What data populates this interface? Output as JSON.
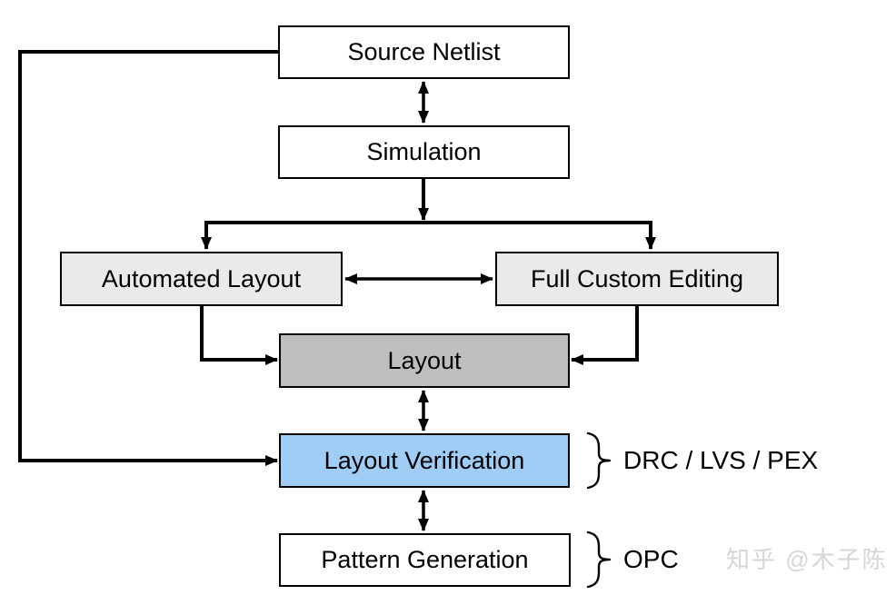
{
  "diagram": {
    "type": "flowchart",
    "boxes": [
      {
        "id": "source-netlist",
        "label": "Source Netlist",
        "fill": "#ffffff"
      },
      {
        "id": "simulation",
        "label": "Simulation",
        "fill": "#ffffff"
      },
      {
        "id": "automated-layout",
        "label": "Automated Layout",
        "fill": "#eaeaea"
      },
      {
        "id": "full-custom-editing",
        "label": "Full Custom Editing",
        "fill": "#eaeaea"
      },
      {
        "id": "layout",
        "label": "Layout",
        "fill": "#bebebe"
      },
      {
        "id": "layout-verification",
        "label": "Layout Verification",
        "fill": "#a0cdf5"
      },
      {
        "id": "pattern-generation",
        "label": "Pattern Generation",
        "fill": "#ffffff"
      }
    ],
    "edges": [
      {
        "from": "source-netlist",
        "to": "simulation",
        "style": "bidirectional"
      },
      {
        "from": "simulation",
        "to": "automated-layout",
        "style": "directed"
      },
      {
        "from": "simulation",
        "to": "full-custom-editing",
        "style": "directed"
      },
      {
        "from": "automated-layout",
        "to": "full-custom-editing",
        "style": "bidirectional"
      },
      {
        "from": "automated-layout",
        "to": "layout",
        "style": "directed"
      },
      {
        "from": "full-custom-editing",
        "to": "layout",
        "style": "directed"
      },
      {
        "from": "layout",
        "to": "layout-verification",
        "style": "bidirectional"
      },
      {
        "from": "source-netlist",
        "to": "layout-verification",
        "style": "directed"
      },
      {
        "from": "layout-verification",
        "to": "pattern-generation",
        "style": "bidirectional"
      }
    ],
    "annotations": [
      {
        "id": "drc-lvs-pex",
        "target": "layout-verification",
        "label": "DRC / LVS / PEX"
      },
      {
        "id": "opc",
        "target": "pattern-generation",
        "label": "OPC"
      }
    ],
    "watermark": "知乎 @木子陈",
    "colors": {
      "background": "#ffffff",
      "line": "#000000",
      "text": "#000000",
      "box_default_fill": "#ffffff",
      "box_tool_fill": "#eaeaea",
      "box_layout_fill": "#bebebe",
      "box_verification_fill": "#a0cdf5",
      "watermark": "#d6d6d6"
    }
  }
}
